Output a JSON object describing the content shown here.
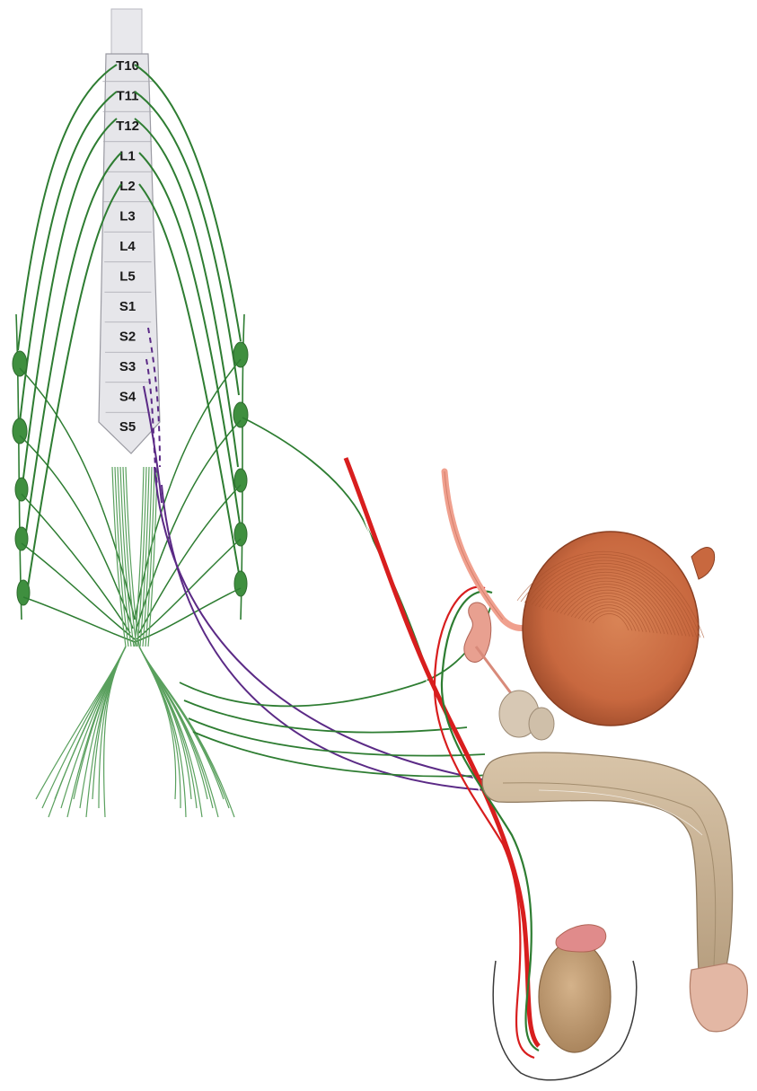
{
  "segments": [
    "T10",
    "T11",
    "T12",
    "L1",
    "L2",
    "L3",
    "L4",
    "L5",
    "S1",
    "S2",
    "S3",
    "S4",
    "S5"
  ],
  "colors": {
    "sympathetic": "#2e7d32",
    "sympathetic_light": "#5aa05e",
    "parasympathetic": "#5b2a86",
    "artery": "#d81e1e",
    "vertebra_fill": "#e6e6ea",
    "vertebra_stroke": "#9a9aa2",
    "bladder": "#c8683f",
    "bladder_dark": "#9c4a2a",
    "penis": "#cbb597",
    "penis_dark": "#a38d6e",
    "glans": "#e3b7a4",
    "testis": "#bf9a6e",
    "epididymis": "#e08b8b",
    "ureter": "#f0a08e"
  },
  "icons": [
    "spinal-cord",
    "sympathetic-chain-ganglion",
    "bladder",
    "penis",
    "testis",
    "prostate",
    "seminal-vesicle",
    "ureter",
    "vas-deferens",
    "testicular-artery"
  ]
}
